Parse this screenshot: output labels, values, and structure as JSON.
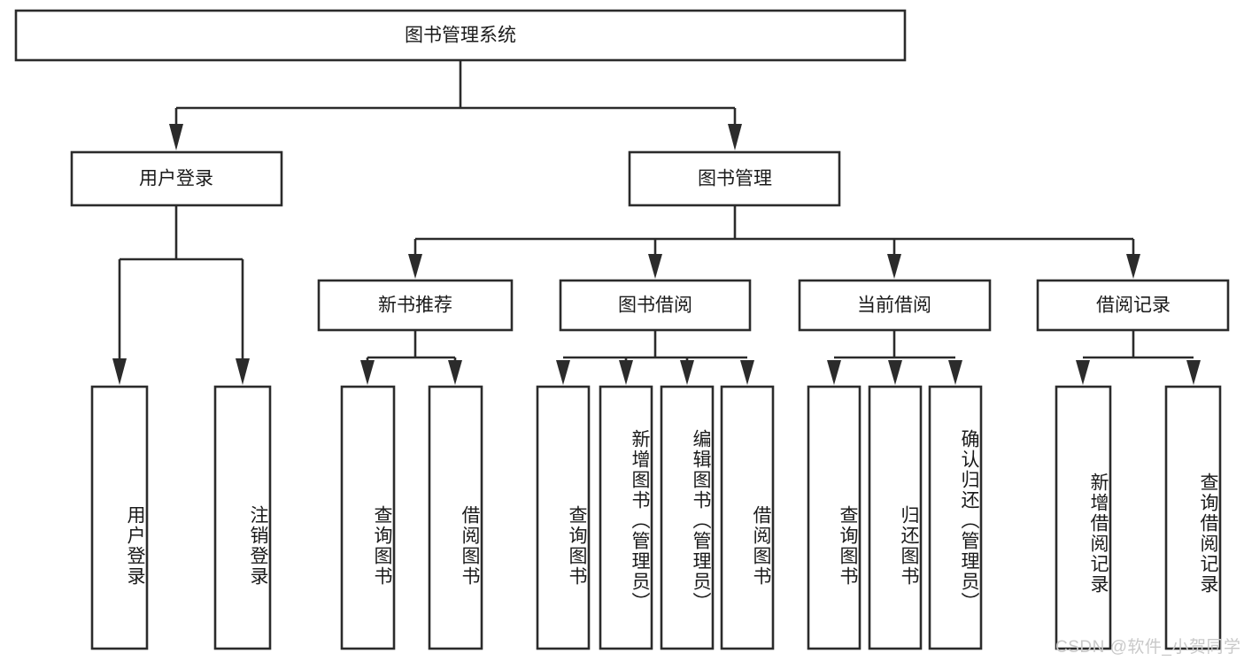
{
  "diagram": {
    "title": "图书管理系统",
    "type": "tree-hierarchy-diagram",
    "colors": {
      "stroke": "#2b2b2b",
      "fill": "#ffffff",
      "text": "#1a1a1a",
      "watermark": "#c9c9c9"
    },
    "root": {
      "label": "图书管理系统"
    },
    "level2": [
      {
        "label": "用户登录"
      },
      {
        "label": "图书管理"
      }
    ],
    "level3": [
      {
        "label": "新书推荐"
      },
      {
        "label": "图书借阅"
      },
      {
        "label": "当前借阅"
      },
      {
        "label": "借阅记录"
      }
    ],
    "leaves": {
      "user_login": [
        {
          "label": "用户登录"
        },
        {
          "label": "注销登录"
        }
      ],
      "new_book_recommend": [
        {
          "label": "查询图书"
        },
        {
          "label": "借阅图书"
        }
      ],
      "book_borrow": [
        {
          "label": "查询图书"
        },
        {
          "label": "新增图书（管理员）"
        },
        {
          "label": "编辑图书（管理员）"
        },
        {
          "label": "借阅图书"
        }
      ],
      "current_borrow": [
        {
          "label": "查询图书"
        },
        {
          "label": "归还图书"
        },
        {
          "label": "确认归还（管理员）"
        }
      ],
      "borrow_record": [
        {
          "label": "新增借阅记录"
        },
        {
          "label": "查询借阅记录"
        }
      ]
    }
  },
  "watermark": {
    "text": "CSDN @软件_小贺同学"
  }
}
